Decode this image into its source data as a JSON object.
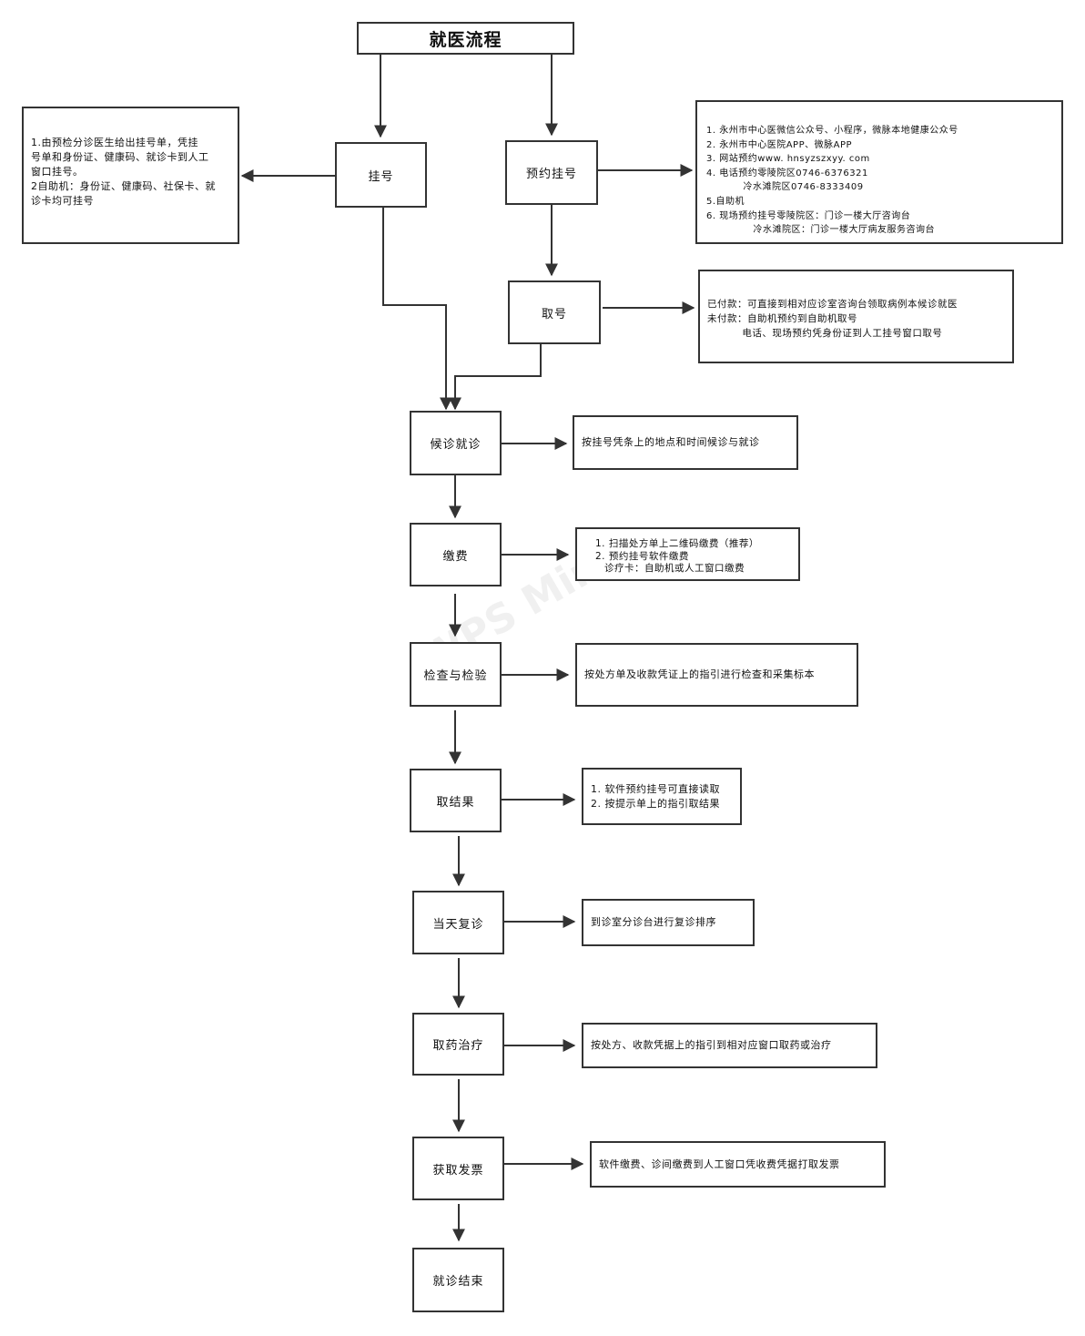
{
  "title": "就医流程",
  "steps": {
    "guahao": "挂号",
    "yuyue": "预约挂号",
    "quhao": "取号",
    "houzhen": "候诊就诊",
    "jiaofei": "缴费",
    "jiancha": "检查与检验",
    "qujieguo": "取结果",
    "fuzhen": "当天复诊",
    "quyao": "取药治疗",
    "fapiao": "获取发票",
    "jieshu": "就诊结束"
  },
  "notes": {
    "guahao": [
      "1.由预检分诊医生给出挂号单，凭挂",
      "号单和身份证、健康码、就诊卡到人工",
      "窗口挂号。",
      "2自助机：身份证、健康码、社保卡、就",
      "诊卡均可挂号"
    ],
    "yuyue": [
      "1. 永州市中心医微信公众号、小程序，微脉本地健康公众号",
      "2. 永州市中心医院APP、微脉APP",
      "3. 网站预约www. hnsyzszxyy. com",
      "4. 电话预约零陵院区0746-6376321",
      "           冷水滩院区0746-8333409",
      "5.自助机",
      "6. 现场预约挂号零陵院区：门诊一楼大厅咨询台",
      "              冷水滩院区：门诊一楼大厅病友服务咨询台"
    ],
    "quhao": [
      "已付款：可直接到相对应诊室咨询台领取病例本候诊就医",
      "未付款：自助机预约到自助机取号",
      "          电话、现场预约凭身份证到人工挂号窗口取号"
    ],
    "houzhen": [
      "按挂号凭条上的地点和时间候诊与就诊"
    ],
    "jiaofei": [
      "1. 扫描处方单上二维码缴费（推荐）",
      "2. 预约挂号软件缴费",
      "诊疗卡：自助机或人工窗口缴费"
    ],
    "jiancha": [
      "按处方单及收款凭证上的指引进行检查和采集标本"
    ],
    "qujieguo": [
      "1. 软件预约挂号可直接读取",
      "2. 按提示单上的指引取结果"
    ],
    "fuzhen": [
      "到诊室分诊台进行复诊排序"
    ],
    "quyao": [
      "按处方、收款凭据上的指引到相对应窗口取药或治疗"
    ],
    "fapiao": [
      "软件缴费、诊间缴费到人工窗口凭收费凭据打取发票"
    ]
  },
  "watermark": "WPS Mind"
}
